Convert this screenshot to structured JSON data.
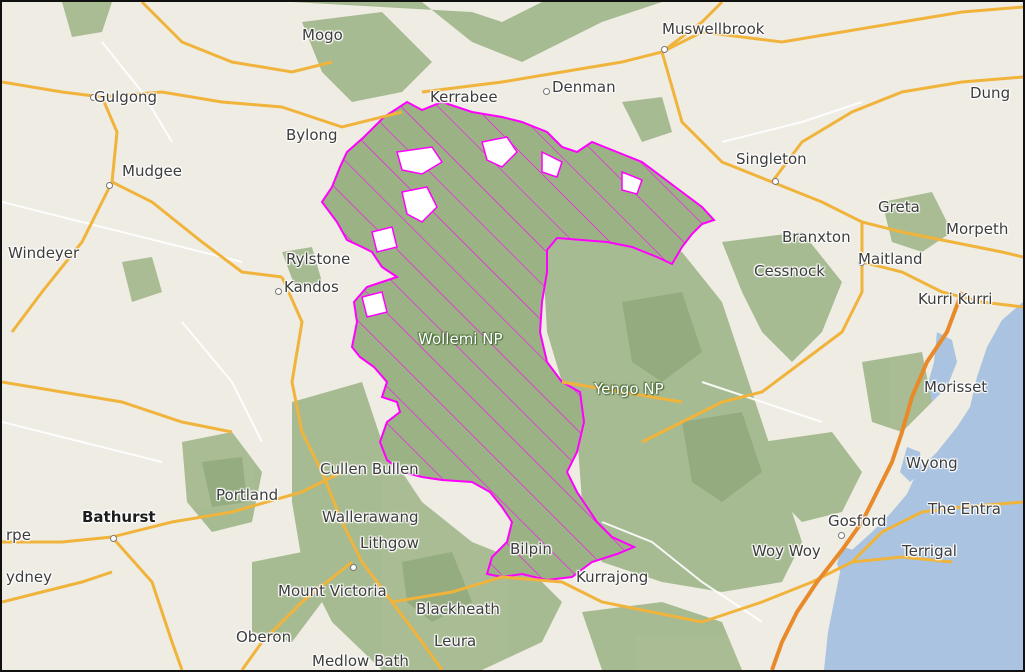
{
  "map": {
    "colors": {
      "land": "#efece3",
      "forest": "#a4b98e",
      "forest_dark": "#8fa87a",
      "road_major": "#f0b43c",
      "road_highway": "#e98a2a",
      "water": "#a9c3e0",
      "highlight": "#ff00ff"
    },
    "places": {
      "mogo": "Mogo",
      "muswellbrook": "Muswellbrook",
      "gulgong": "Gulgong",
      "kerrabee": "Kerrabee",
      "denman": "Denman",
      "dung": "Dung",
      "bylong": "Bylong",
      "singleton": "Singleton",
      "mudgee": "Mudgee",
      "greta": "Greta",
      "morpeth": "Morpeth",
      "branxton": "Branxton",
      "windeyer": "Windeyer",
      "rylstone": "Rylstone",
      "maitland": "Maitland",
      "cessnock": "Cessnock",
      "kandos": "Kandos",
      "kurri_kurri": "Kurri Kurri",
      "wollemi_np": "Wollemi NP",
      "morisset": "Morisset",
      "yengo_np": "Yengo NP",
      "wyong": "Wyong",
      "cullen_bullen": "Cullen Bullen",
      "portland": "Portland",
      "the_entrance": "The Entra",
      "bathurst": "Bathurst",
      "wallerawang": "Wallerawang",
      "gosford": "Gosford",
      "rpe": "rpe",
      "lithgow": "Lithgow",
      "bilpin": "Bilpin",
      "woy_woy": "Woy Woy",
      "terrigal": "Terrigal",
      "ydney": "ydney",
      "kurrajong": "Kurrajong",
      "mount_victoria": "Mount Victoria",
      "blackheath": "Blackheath",
      "oberon": "Oberon",
      "leura": "Leura",
      "medlow_bath": "Medlow Bath"
    }
  }
}
